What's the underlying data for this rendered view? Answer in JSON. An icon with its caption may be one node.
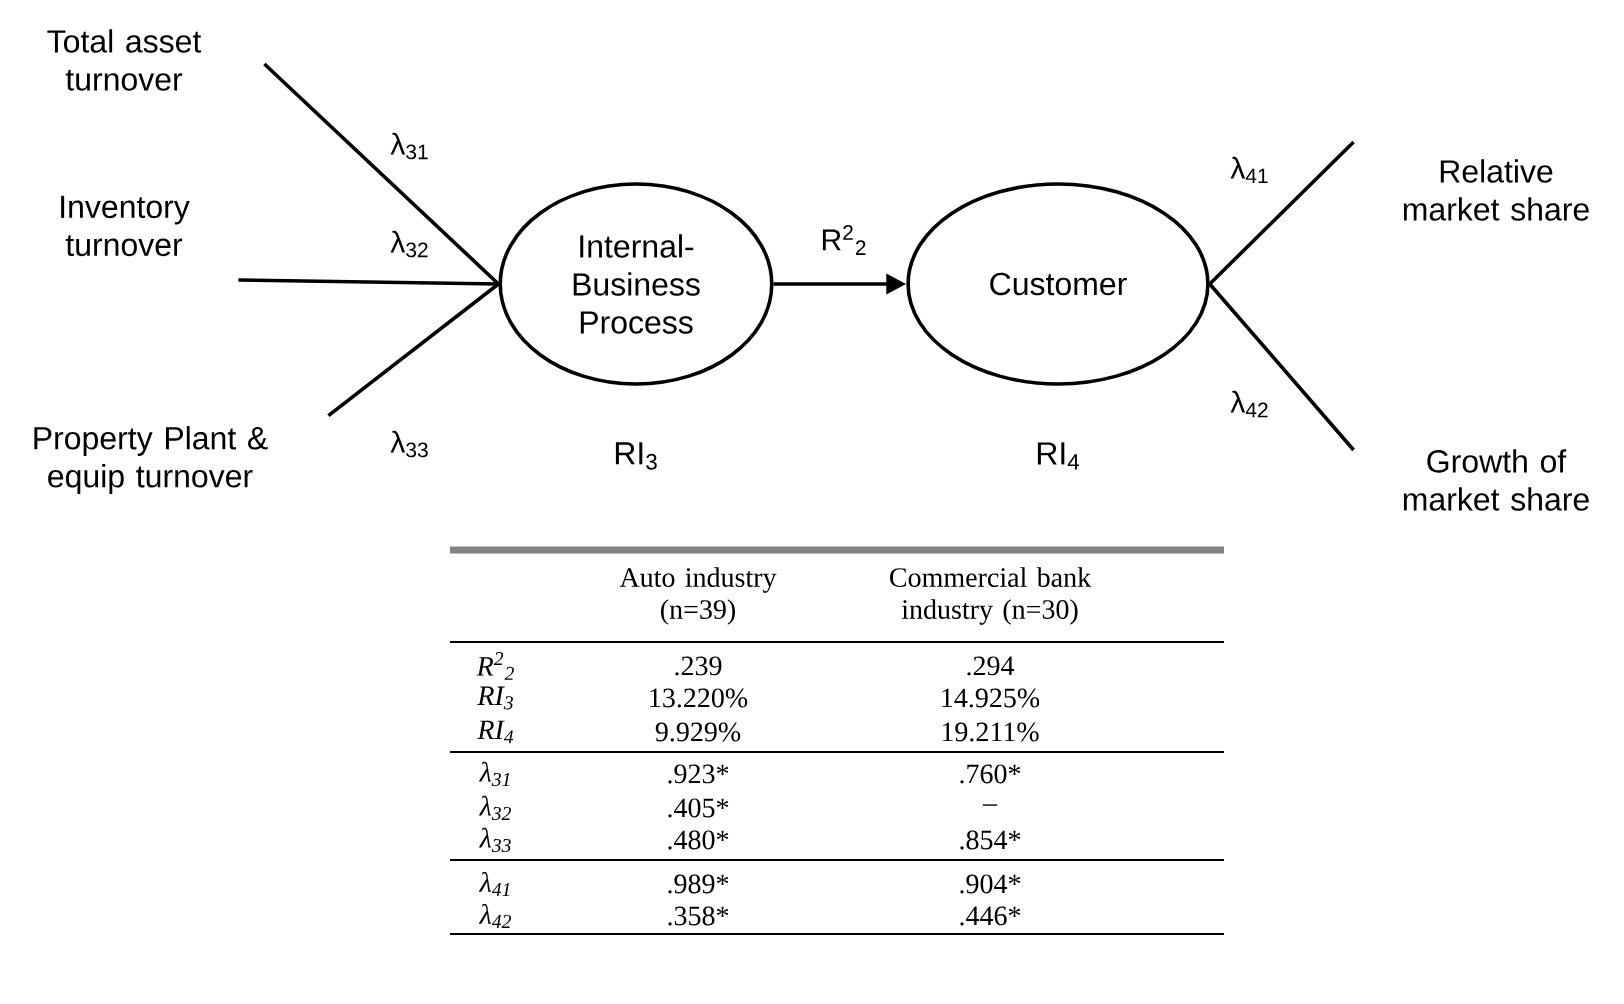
{
  "diagram": {
    "nodes": [
      {
        "text": [
          "Total asset turnover"
        ]
      },
      {
        "text": [
          "Inventory turnover"
        ]
      },
      {
        "text": [
          "Property Plant & equip turnover"
        ]
      },
      {
        "text": [
          "Internal-Business Process"
        ],
        "beside": [
          "RI$_{3}$"
        ]
      },
      {
        "text": [
          "Customer"
        ],
        "beside": [
          "RI$_{4}$"
        ]
      },
      {
        "text": [
          "Relative market share"
        ]
      },
      {
        "text": [
          "Growth of market share"
        ]
      }
    ],
    "edges": [
      {
        "from": 0,
        "to": 3,
        "arrow": "none",
        "label": "λ$_{31}$"
      },
      {
        "from": 1,
        "to": 3,
        "arrow": "none",
        "label": "λ$_{32}$"
      },
      {
        "from": 2,
        "to": 3,
        "arrow": "none",
        "label": "λ$_{33}$"
      },
      {
        "from": 3,
        "to": 4,
        "arrow": "to",
        "label": "R$^{2}$$_{2}$"
      },
      {
        "from": 4,
        "to": 5,
        "arrow": "none",
        "label": "λ$_{41}$"
      },
      {
        "from": 4,
        "to": 6,
        "arrow": "none",
        "label": "λ$_{42}$"
      }
    ],
    "labels": [
      "Auto industry (n=39)",
      "Commercial bank industry (n=30)",
      "R$^{2}$$_{2}$",
      ".239",
      ".294",
      "RI$_{3}$",
      "13.220%",
      "14.925%",
      "RI$_{4}$",
      "9.929%",
      "19.211%",
      "λ$_{31}$",
      ".923*",
      ".760*",
      "λ$_{32}$",
      ".405*",
      "–",
      "λ$_{33}$",
      ".480*",
      ".854*",
      "λ$_{41}$",
      ".989*",
      ".904*",
      "λ$_{42}$",
      ".358*",
      ".446*"
    ]
  }
}
